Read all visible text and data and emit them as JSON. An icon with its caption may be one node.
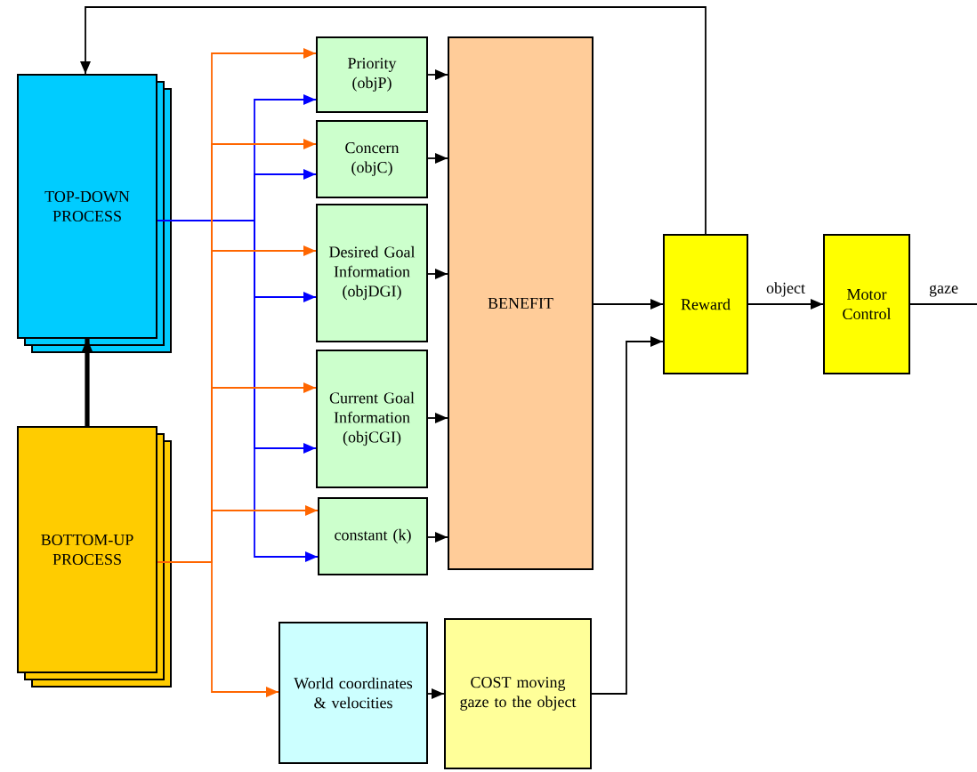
{
  "diagram": {
    "nodes": [
      {
        "text": [
          "TOP-DOWN PROCESS"
        ]
      },
      {
        "text": [
          "BOTTOM-UP PROCESS"
        ]
      },
      {
        "text": [
          "Priority (objP)"
        ]
      },
      {
        "text": [
          "Concern (objC)"
        ]
      },
      {
        "text": [
          "Desired Goal Information (objDGI)"
        ]
      },
      {
        "text": [
          "Current Goal Information (objCGI)"
        ]
      },
      {
        "text": [
          "constant (k)"
        ]
      },
      {
        "text": [
          "BENEFIT"
        ]
      },
      {
        "text": [
          "Reward"
        ]
      },
      {
        "text": [
          "Motor Control"
        ]
      },
      {
        "text": [
          "World coordinates & velocities"
        ]
      },
      {
        "text": [
          "COST moving gaze to the object"
        ]
      }
    ],
    "edges": [
      {
        "from": 0,
        "to": 2,
        "arrow": "to",
        "color": "#0000ff"
      },
      {
        "from": 0,
        "to": 3,
        "arrow": "to",
        "color": "#0000ff"
      },
      {
        "from": 0,
        "to": 4,
        "arrow": "to",
        "color": "#0000ff"
      },
      {
        "from": 0,
        "to": 5,
        "arrow": "to",
        "color": "#0000ff"
      },
      {
        "from": 0,
        "to": 6,
        "arrow": "to",
        "color": "#0000ff"
      },
      {
        "from": 1,
        "to": 2,
        "arrow": "to",
        "color": "#ff6600"
      },
      {
        "from": 1,
        "to": 3,
        "arrow": "to",
        "color": "#ff6600"
      },
      {
        "from": 1,
        "to": 4,
        "arrow": "to",
        "color": "#ff6600"
      },
      {
        "from": 1,
        "to": 5,
        "arrow": "to",
        "color": "#ff6600"
      },
      {
        "from": 1,
        "to": 6,
        "arrow": "to",
        "color": "#ff6600"
      },
      {
        "from": 1,
        "to": 10,
        "arrow": "to",
        "color": "#ff6600"
      },
      {
        "from": 1,
        "to": 0,
        "arrow": "to",
        "style": "thick"
      },
      {
        "from": 2,
        "to": 7,
        "arrow": "to"
      },
      {
        "from": 3,
        "to": 7,
        "arrow": "to"
      },
      {
        "from": 4,
        "to": 7,
        "arrow": "to"
      },
      {
        "from": 5,
        "to": 7,
        "arrow": "to"
      },
      {
        "from": 6,
        "to": 7,
        "arrow": "to"
      },
      {
        "from": 7,
        "to": 8,
        "arrow": "to"
      },
      {
        "from": 11,
        "to": 8,
        "arrow": "to"
      },
      {
        "from": 10,
        "to": 11,
        "arrow": "to"
      },
      {
        "from": 8,
        "to": 9,
        "arrow": "to",
        "label": "object"
      },
      {
        "from": 9,
        "to": null,
        "arrow": "none",
        "label": "gaze"
      },
      {
        "from": 8,
        "to": 0,
        "arrow": "to"
      }
    ]
  }
}
